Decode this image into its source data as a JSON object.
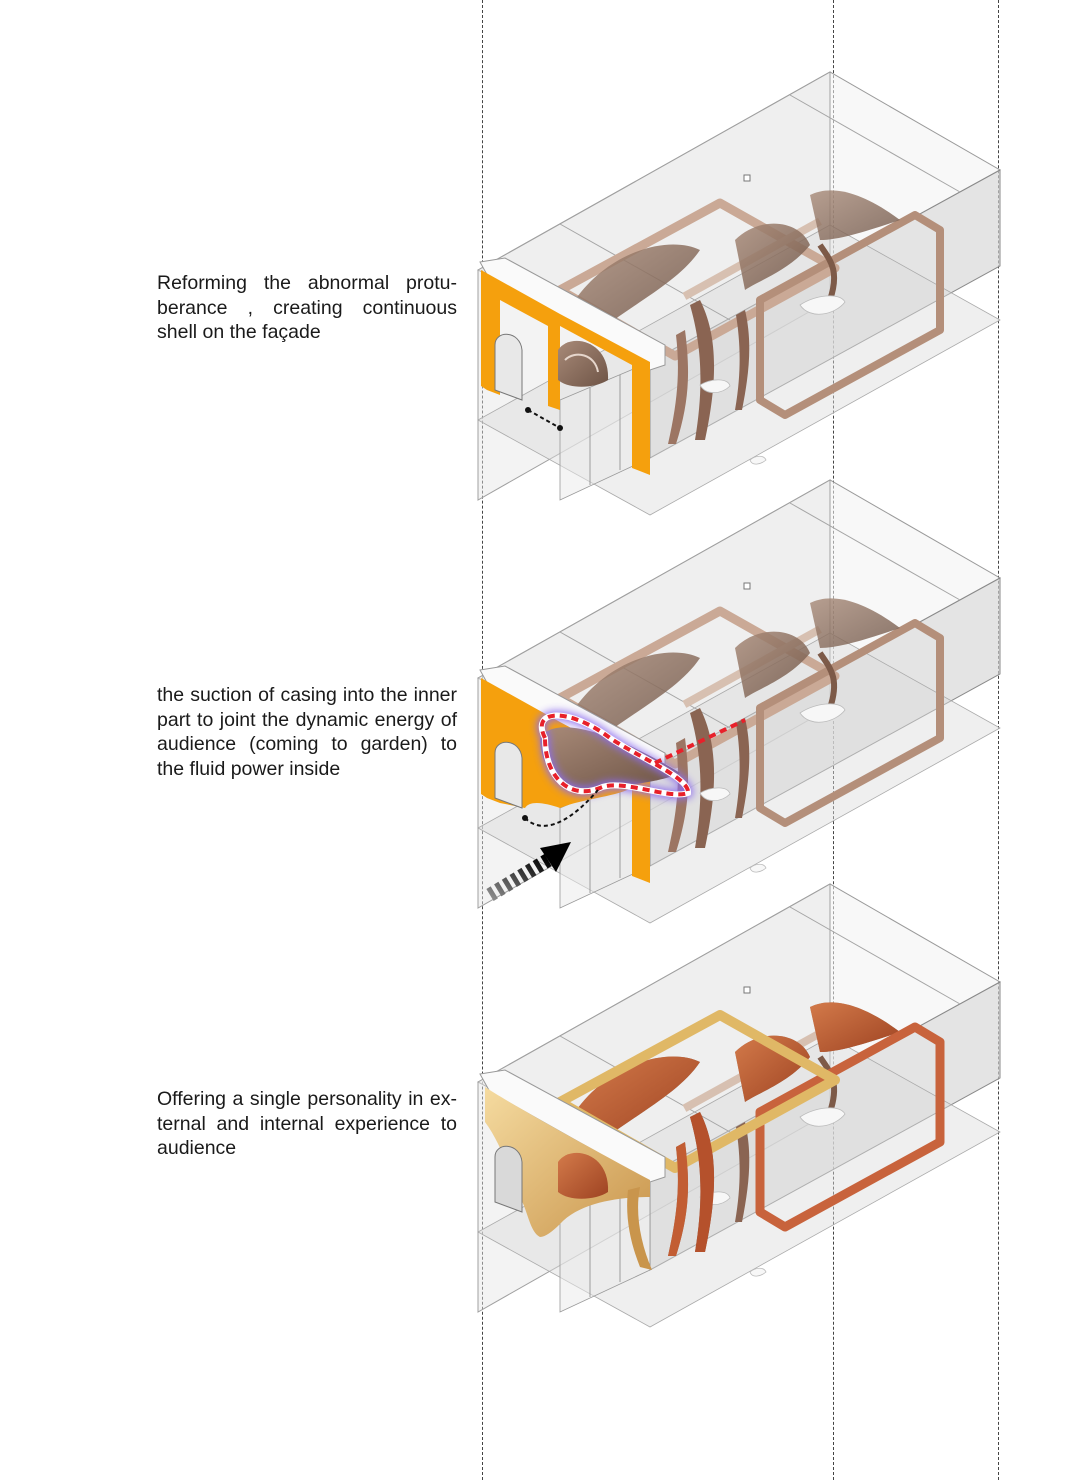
{
  "steps": [
    {
      "caption": "Reforming the abnormal protu-berance , creating continuous shell on the façade",
      "shell_color": "#F5A00D"
    },
    {
      "caption": "the suction of casing into the inner part to joint the dynamic energy of audience (coming to garden) to the fluid power inside",
      "shell_color": "#F5A00D",
      "path_color": "#E8202A",
      "glow_color": "#8C6CF0"
    },
    {
      "caption": "Offering a single personality in ex-ternal and internal experience to audience",
      "shell_color": "#E8C27A",
      "interior_color": "#C8633C"
    }
  ]
}
